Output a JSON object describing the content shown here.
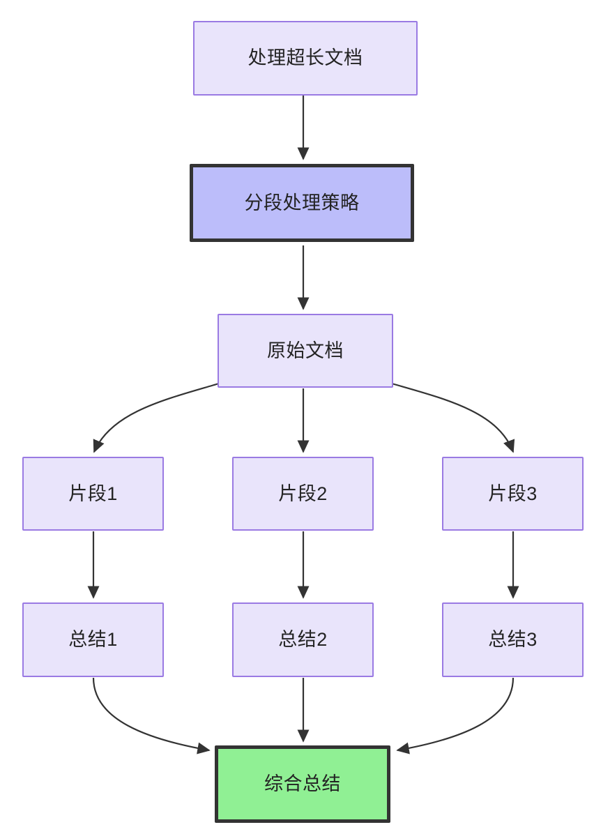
{
  "diagram": {
    "type": "flowchart",
    "direction": "top-to-bottom",
    "background_color": "#ffffff",
    "edge_color": "#333333",
    "styles": {
      "default_fill": "#e9e4fb",
      "default_stroke": "#9a7ae3",
      "highlight_fill": "#bcbdfa",
      "highlight_stroke": "#333333",
      "success_fill": "#90f094",
      "success_stroke": "#333333"
    },
    "nodes": [
      {
        "id": "n1",
        "label": "处理超长文档",
        "style": "default"
      },
      {
        "id": "n2",
        "label": "分段处理策略",
        "style": "highlight"
      },
      {
        "id": "n3",
        "label": "原始文档",
        "style": "default"
      },
      {
        "id": "n4",
        "label": "片段1",
        "style": "default"
      },
      {
        "id": "n5",
        "label": "片段2",
        "style": "default"
      },
      {
        "id": "n6",
        "label": "片段3",
        "style": "default"
      },
      {
        "id": "n7",
        "label": "总结1",
        "style": "default"
      },
      {
        "id": "n8",
        "label": "总结2",
        "style": "default"
      },
      {
        "id": "n9",
        "label": "总结3",
        "style": "default"
      },
      {
        "id": "n10",
        "label": "综合总结",
        "style": "success"
      }
    ],
    "edges": [
      {
        "from": "n1",
        "to": "n2",
        "shape": "straight"
      },
      {
        "from": "n2",
        "to": "n3",
        "shape": "straight"
      },
      {
        "from": "n3",
        "to": "n4",
        "shape": "curved"
      },
      {
        "from": "n3",
        "to": "n5",
        "shape": "straight"
      },
      {
        "from": "n3",
        "to": "n6",
        "shape": "curved"
      },
      {
        "from": "n4",
        "to": "n7",
        "shape": "straight"
      },
      {
        "from": "n5",
        "to": "n8",
        "shape": "straight"
      },
      {
        "from": "n6",
        "to": "n9",
        "shape": "straight"
      },
      {
        "from": "n7",
        "to": "n10",
        "shape": "curved"
      },
      {
        "from": "n8",
        "to": "n10",
        "shape": "straight"
      },
      {
        "from": "n9",
        "to": "n10",
        "shape": "curved"
      }
    ]
  }
}
